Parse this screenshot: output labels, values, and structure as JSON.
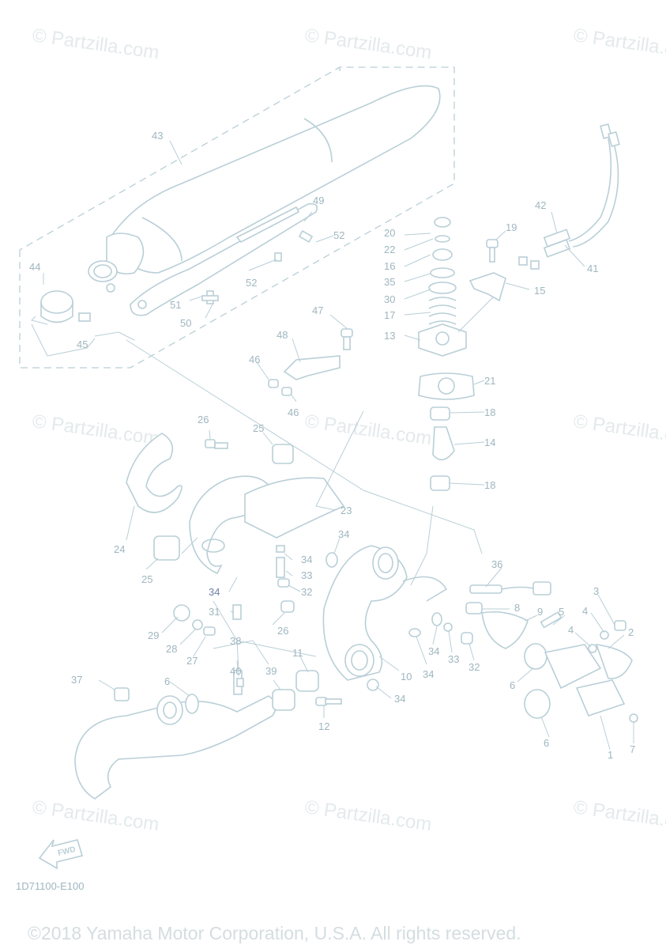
{
  "watermark": "© Partzilla.com",
  "diagram_code": "1D71100-E100",
  "copyright": "©2018 Yamaha Motor Corporation, U.S.A. All rights reserved.",
  "fwd_label": "FWD",
  "callouts": {
    "c1": "1",
    "c2": "2",
    "c3": "3",
    "c4a": "4",
    "c4b": "4",
    "c5": "5",
    "c6a": "6",
    "c6b": "6",
    "c6c": "6",
    "c7": "7",
    "c8": "8",
    "c9": "9",
    "c10": "10",
    "c11": "11",
    "c12": "12",
    "c13": "13",
    "c14": "14",
    "c15": "15",
    "c16": "16",
    "c17": "17",
    "c18a": "18",
    "c18b": "18",
    "c19": "19",
    "c20": "20",
    "c21": "21",
    "c22": "22",
    "c23": "23",
    "c24": "24",
    "c25a": "25",
    "c25b": "25",
    "c26a": "26",
    "c26b": "26",
    "c27": "27",
    "c28": "28",
    "c29": "29",
    "c30": "30",
    "c31": "31",
    "c32a": "32",
    "c32b": "32",
    "c33a": "33",
    "c33b": "33",
    "c34a": "34",
    "c34b": "34",
    "c34c": "34",
    "c34d": "34",
    "c34e": "34",
    "c35": "35",
    "c36": "36",
    "c37": "37",
    "c38": "38",
    "c39": "39",
    "c40": "40",
    "c41": "41",
    "c42": "42",
    "c43": "43",
    "c44": "44",
    "c45": "45",
    "c46a": "46",
    "c46b": "46",
    "c47": "47",
    "c48": "48",
    "c49": "49",
    "c50": "50",
    "c51": "51",
    "c52a": "52",
    "c52b": "52"
  }
}
